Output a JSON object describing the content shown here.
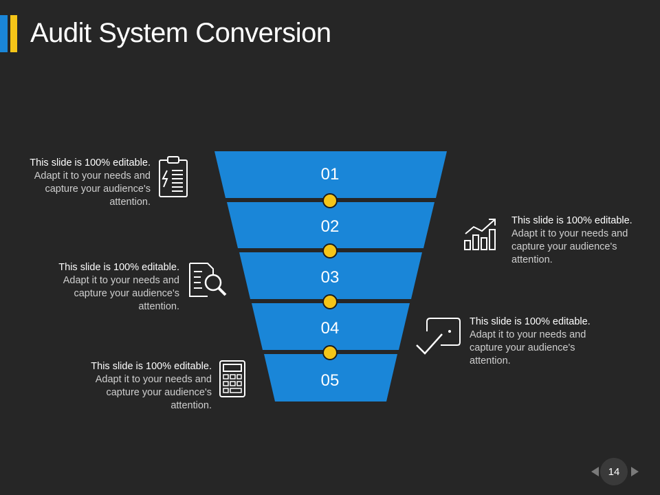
{
  "slide": {
    "title": "Audit System Conversion",
    "page_number": "14"
  },
  "colors": {
    "background": "#262626",
    "funnel": "#1a86d8",
    "accent_blue": "#1a86d8",
    "accent_yellow": "#f5c518",
    "connector_dot": "#f5c518"
  },
  "funnel": {
    "stages": [
      {
        "label": "01"
      },
      {
        "label": "02"
      },
      {
        "label": "03"
      },
      {
        "label": "04"
      },
      {
        "label": "05"
      }
    ]
  },
  "callouts": [
    {
      "strong": "This slide is 100% editable.",
      "rest": " Adapt it to your needs and capture your audience's attention.",
      "icon": "clipboard-icon"
    },
    {
      "strong": "This slide is 100% editable.",
      "rest": " Adapt it to your needs and capture your audience's attention.",
      "icon": "document-search-icon"
    },
    {
      "strong": "This slide is 100% editable.",
      "rest": " Adapt it to your needs and capture your audience's attention.",
      "icon": "calculator-icon"
    },
    {
      "strong": "This slide is 100% editable.",
      "rest": " Adapt it to your needs and capture your audience's attention.",
      "icon": "growth-chart-icon"
    },
    {
      "strong": "This slide is 100% editable.",
      "rest": " Adapt it to your needs and capture your audience's attention.",
      "icon": "wallet-check-icon"
    }
  ]
}
